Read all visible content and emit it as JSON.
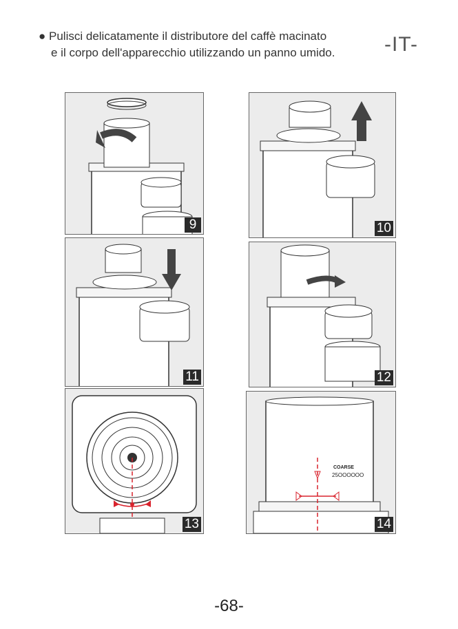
{
  "instructions": {
    "bullet": "●",
    "line1": "Pulisci delicatamente il distributore del caffè macinato",
    "line2": "e il corpo dell'apparecchio utilizzando un panno umido."
  },
  "language_tag": "-IT-",
  "steps": [
    {
      "number": "9"
    },
    {
      "number": "10"
    },
    {
      "number": "11"
    },
    {
      "number": "12"
    },
    {
      "number": "13"
    },
    {
      "number": "14"
    }
  ],
  "panel14": {
    "label_coarse": "COARSE",
    "label_scale": "25OOOOOO"
  },
  "page_number": "-68-",
  "colors": {
    "arrow_red": "#d9232d",
    "badge_bg": "#2a2a2a",
    "panel_bg": "#ececec"
  }
}
